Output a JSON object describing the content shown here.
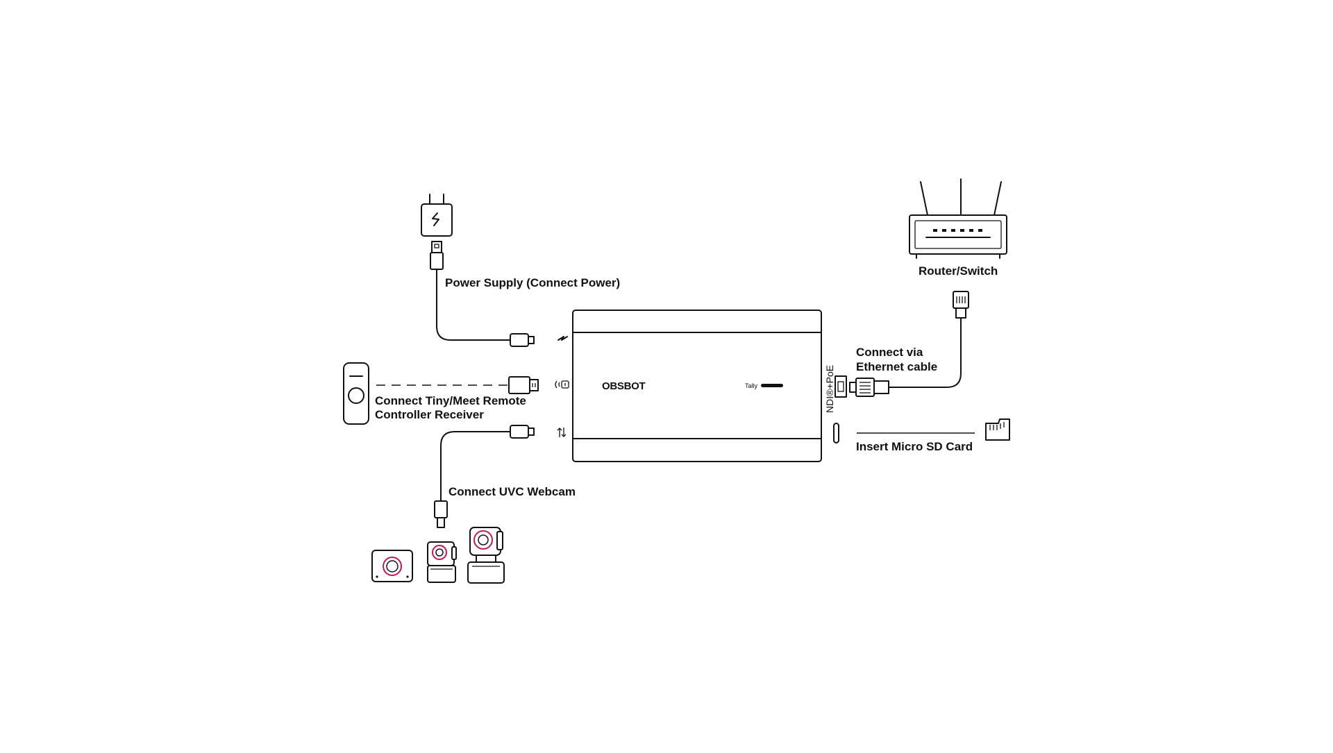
{
  "device": {
    "brand": "OBSBOT",
    "tally_label": "Tally",
    "side_port_label": "NDI®+PoE"
  },
  "labels": {
    "power": "Power Supply (Connect Power)",
    "remote_line1": "Connect Tiny/Meet Remote",
    "remote_line2": "Controller Receiver",
    "uvc": "Connect  UVC Webcam",
    "router": "Router/Switch",
    "ethernet_line1": "Connect via",
    "ethernet_line2": "Ethernet cable",
    "sd": "Insert Micro SD Card"
  },
  "icons": {
    "power_port": "lightning-icon",
    "remote_port": "wireless-receiver-icon",
    "usb_port": "usb-transfer-icon"
  },
  "colors": {
    "line": "#111111",
    "accent": "#c2185b",
    "background": "#ffffff"
  }
}
